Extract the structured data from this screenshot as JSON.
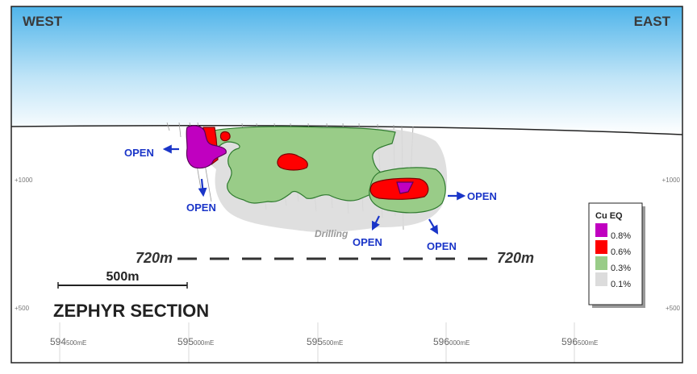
{
  "labels": {
    "west": "WEST",
    "east": "EAST",
    "section_title": "ZEPHYR SECTION",
    "scale_bar": "500m",
    "depth_left": "720m",
    "depth_right": "720m",
    "drilling": "Drilling",
    "open": "OPEN"
  },
  "elevation_ticks": [
    "+1000",
    "+500"
  ],
  "easting_ticks": [
    {
      "big": "594",
      "small": "500mE"
    },
    {
      "big": "595",
      "small": "000mE"
    },
    {
      "big": "595",
      "small": "500mE"
    },
    {
      "big": "596",
      "small": "000mE"
    },
    {
      "big": "596",
      "small": "500mE"
    }
  ],
  "legend": {
    "title": "Cu EQ",
    "items": [
      {
        "label": "0.8%",
        "color": "#c000c0"
      },
      {
        "label": "0.6%",
        "color": "#ff0000"
      },
      {
        "label": "0.3%",
        "color": "#99cc88"
      },
      {
        "label": "0.1%",
        "color": "#dcdcdc"
      }
    ]
  },
  "colors": {
    "magenta": "#c000c0",
    "red": "#ff0000",
    "green": "#99cc88",
    "gray": "#dcdcdc",
    "arrow_blue": "#1a35c8"
  }
}
